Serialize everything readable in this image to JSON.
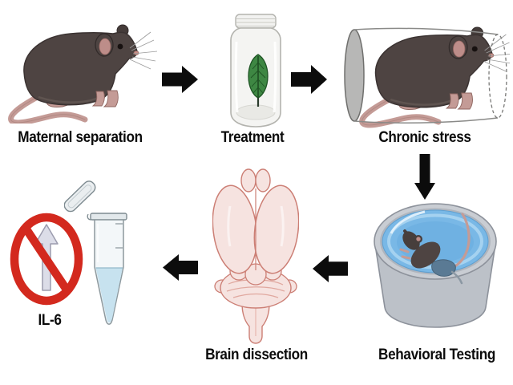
{
  "figure": {
    "background_color": "#ffffff",
    "steps": [
      {
        "label": "Maternal separation",
        "icon": "mouse-icon"
      },
      {
        "label": "Treatment",
        "icon": "jar-with-leaf-icon"
      },
      {
        "label": "Chronic stress",
        "icon": "mouse-in-restraint-tube-icon"
      },
      {
        "label": "Behavioral Testing",
        "icon": "mouse-swimming-in-bucket-icon"
      },
      {
        "label": "Brain dissection",
        "icon": "rodent-brain-dorsal-icon"
      },
      {
        "label": "IL-6",
        "icon": "prohibition-up-arrow-and-microtube-icon"
      }
    ],
    "arrows": [
      {
        "icon": "arrow-right-icon"
      },
      {
        "icon": "arrow-right-icon"
      },
      {
        "icon": "arrow-down-icon"
      },
      {
        "icon": "arrow-left-icon"
      },
      {
        "icon": "arrow-left-icon"
      }
    ],
    "colors": {
      "arrow_black": "#0c0c0c",
      "label_text": "#0b0b0b",
      "mouse_body": "#4e4442",
      "mouse_pink": "#c49b96",
      "leaf_green": "#3e8743",
      "water_blue": "#79b8e6",
      "bucket_gray": "#bcc1c8",
      "brain_pink": "#f6e3e0",
      "brain_outline": "#cc7f75",
      "prohibition_red": "#d3291e",
      "tube_liquid": "#c7e2ef"
    }
  }
}
